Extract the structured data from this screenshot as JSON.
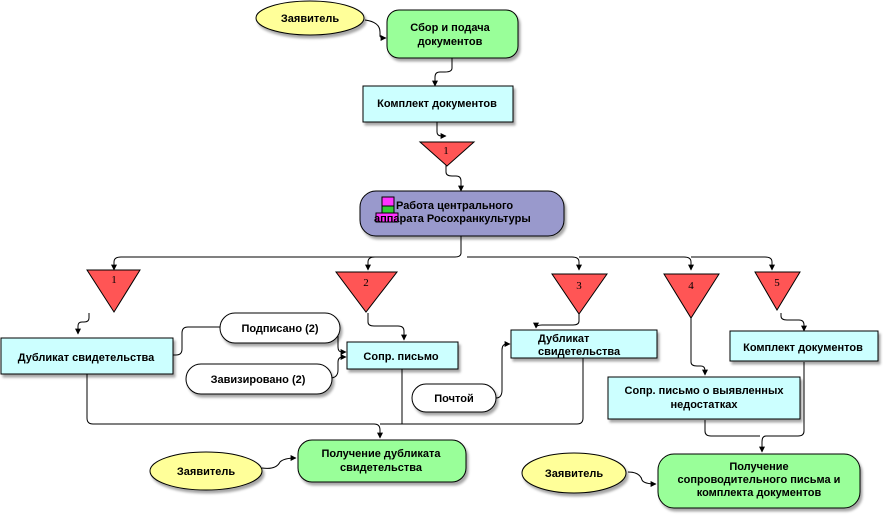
{
  "nodes": {
    "applicant_top": "Заявитель",
    "collect_docs": [
      "Сбор и подача",
      "документов"
    ],
    "doc_set_top": "Комплект документов",
    "central_office": [
      "Работа центрального",
      "аппарата Росохранкультуры"
    ],
    "duplicate_cert_left": "Дубликат свидетельства",
    "signed": "Подписано (2)",
    "endorsed": "Завизировано (2)",
    "cover_letter": "Сопр. письмо",
    "duplicate_cert_mid": [
      "Дубликат",
      "свидетельства"
    ],
    "by_mail": "Почтой",
    "doc_set_right": "Комплект документов",
    "cover_letter_defects": [
      "Сопр. письмо о выявленных",
      "недостатках"
    ],
    "applicant_bottom_left": "Заявитель",
    "receive_duplicate": [
      "Получение дубликата",
      "свидетельства"
    ],
    "applicant_bottom_right": "Заявитель",
    "receive_letter": [
      "Получение",
      "сопроводительного письма и",
      "комплекта документов"
    ]
  },
  "triangles": [
    "1",
    "1",
    "2",
    "3",
    "4",
    "5"
  ],
  "colors": {
    "ellipse_yellow": "#ffff99",
    "process_green": "#99ff99",
    "document_cyan": "#ccffff",
    "central_purple": "#9999cc",
    "triangle_red": "#ff5555",
    "icon_magenta": "#ff33ff",
    "icon_green": "#33cc33"
  }
}
